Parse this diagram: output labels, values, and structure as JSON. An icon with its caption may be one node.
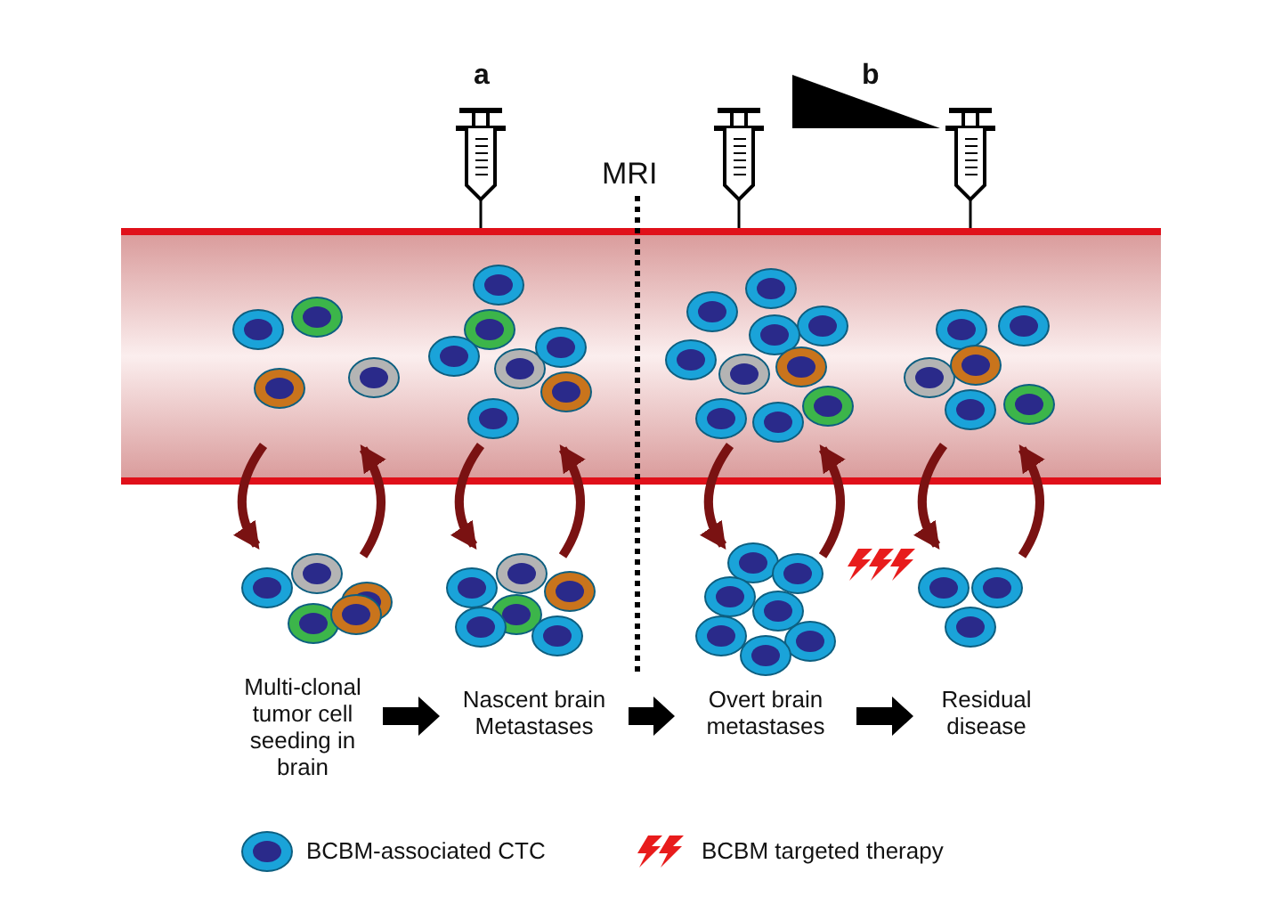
{
  "diagram": {
    "nodes": [
      {
        "text": [
          "Multi-clonal tumor cell seeding in brain"
        ]
      },
      {
        "text": [
          "Nascent brain Metastases"
        ]
      },
      {
        "text": [
          "Overt brain metastases"
        ]
      },
      {
        "text": [
          "Residual disease"
        ]
      }
    ],
    "edges": [
      {
        "from": 0,
        "to": 1,
        "arrow": "to"
      },
      {
        "from": 1,
        "to": 2,
        "arrow": "to"
      },
      {
        "from": 2,
        "to": 3,
        "arrow": "to"
      }
    ],
    "labels": [
      "a",
      "b",
      "MRI"
    ],
    "legend": [
      {
        "text": "BCBM-associated CTC"
      },
      {
        "text": "BCBM targeted therapy"
      }
    ]
  }
}
